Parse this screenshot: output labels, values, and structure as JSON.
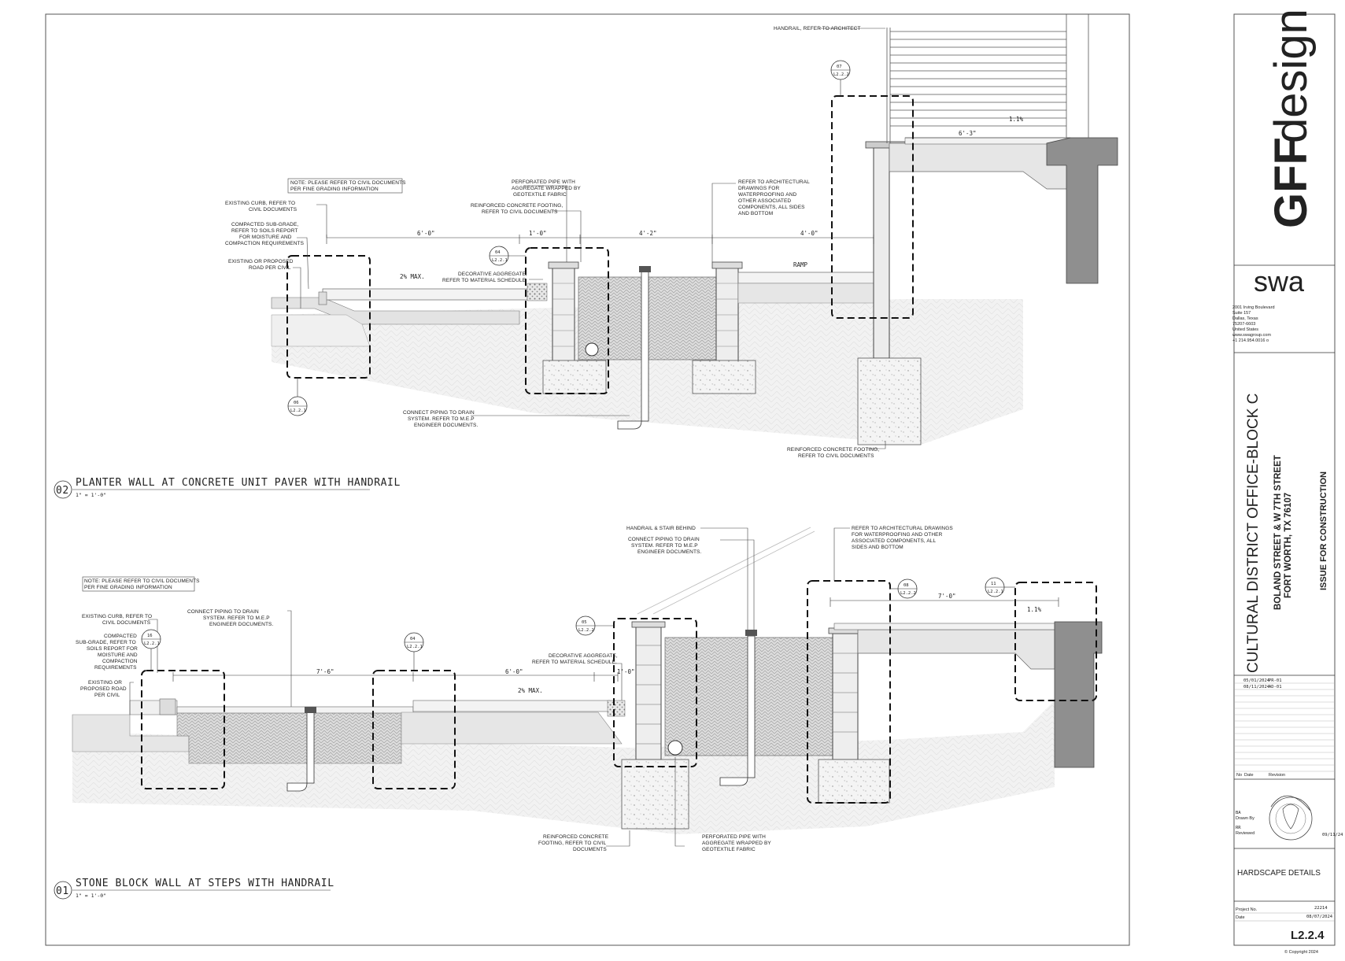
{
  "detail_02": {
    "number": "02",
    "title": "PLANTER WALL AT CONCRETE UNIT PAVER WITH HANDRAIL",
    "scale": "1\" = 1'-0\"",
    "callouts": [
      {
        "id": "07",
        "ref": "L2.2.2"
      },
      {
        "id": "04",
        "ref": "L2.2.1"
      },
      {
        "id": "06",
        "ref": "L2.2.1"
      }
    ],
    "dims": {
      "d1": "6'-0\"",
      "d2": "1'-0\"",
      "d3": "4'-2\"",
      "d4": "4'-0\"",
      "d5": "6'-3\""
    },
    "slopes": {
      "s1": "2% MAX.",
      "s2": "1.1%",
      "ramp": "RAMP"
    },
    "notes": {
      "handrail": "HANDRAIL, REFER TO ARCHITECT",
      "civil_note": [
        "NOTE: PLEASE REFER TO CIVIL DOCUMENTS",
        "PER FINE GRADING INFORMATION"
      ],
      "curb": [
        "EXISTING CURB, REFER TO",
        "CIVIL DOCUMENTS"
      ],
      "subgrade": [
        "COMPACTED SUB-GRADE,",
        "REFER TO SOILS REPORT",
        "FOR MOISTURE AND",
        "COMPACTION REQUIREMENTS"
      ],
      "road": [
        "EXISTING OR PROPOSED",
        "ROAD PER CIVIL"
      ],
      "perf_pipe": [
        "PERFORATED PIPE WITH",
        "AGGREGATE WRAPPED BY",
        "GEOTEXTILE FABRIC"
      ],
      "footing": [
        "REINFORCED CONCRETE FOOTING,",
        "REFER TO CIVIL DOCUMENTS"
      ],
      "aggregate": [
        "DECORATIVE AGGREGATE,",
        "REFER TO MATERIAL SCHEDULE"
      ],
      "arch": [
        "REFER TO ARCHITECTURAL",
        "DRAWINGS FOR",
        "WATERPROOFING AND",
        "OTHER ASSOCIATED",
        "COMPONENTS, ALL SIDES",
        "AND BOTTOM"
      ],
      "drain": [
        "CONNECT PIPING TO DRAIN",
        "SYSTEM. REFER TO M.E.P",
        "ENGINEER DOCUMENTS."
      ],
      "footing2": [
        "REINFORCED CONCRETE FOOTING,",
        "REFER TO CIVIL DOCUMENTS"
      ]
    }
  },
  "detail_01": {
    "number": "01",
    "title": "STONE BLOCK WALL AT STEPS WITH HANDRAIL",
    "scale": "1\" = 1'-0\"",
    "callouts": [
      {
        "id": "16",
        "ref": "L2.2.1"
      },
      {
        "id": "04",
        "ref": "L2.2.1"
      },
      {
        "id": "05",
        "ref": "L2.2.2"
      },
      {
        "id": "08",
        "ref": "L2.2.2"
      },
      {
        "id": "11",
        "ref": "L2.2.1"
      }
    ],
    "dims": {
      "d1": "7'-6\"",
      "d2": "6'-0\"",
      "d3": "1'-0\"",
      "d4": "7'-0\""
    },
    "slopes": {
      "s1": "2% MAX.",
      "s2": "1.1%"
    },
    "notes": {
      "civil_note": [
        "NOTE: PLEASE REFER TO CIVIL DOCUMENTS",
        "PER FINE GRADING INFORMATION"
      ],
      "curb": [
        "EXISTING CURB, REFER TO",
        "CIVIL DOCUMENTS"
      ],
      "subgrade": [
        "COMPACTED",
        "SUB-GRADE, REFER TO",
        "SOILS REPORT FOR",
        "MOISTURE AND",
        "COMPACTION",
        "REQUIREMENTS"
      ],
      "road": [
        "EXISTING OR",
        "PROPOSED ROAD",
        "PER CIVIL"
      ],
      "drain_left": [
        "CONNECT PIPING TO DRAIN",
        "SYSTEM. REFER TO M.E.P",
        "ENGINEER DOCUMENTS."
      ],
      "handrail": "HANDRAIL & STAIR BEHIND",
      "drain_mid": [
        "CONNECT PIPING TO DRAIN",
        "SYSTEM. REFER TO M.E.P",
        "ENGINEER DOCUMENTS."
      ],
      "arch": [
        "REFER TO ARCHITECTURAL DRAWINGS",
        "FOR WATERPROOFING AND OTHER",
        "ASSOCIATED COMPONENTS, ALL",
        "SIDES AND BOTTOM"
      ],
      "aggregate": [
        "DECORATIVE AGGREGATE,",
        "REFER TO MATERIAL SCHEDULE."
      ],
      "footing": [
        "REINFORCED CONCRETE",
        "FOOTING, REFER TO CIVIL",
        "DOCUMENTS"
      ],
      "perf_pipe": [
        "PERFORATED PIPE WITH",
        "AGGREGATE WRAPPED BY",
        "GEOTEXTILE FABRIC"
      ]
    }
  },
  "title_block": {
    "firm_logo_a": "GFF",
    "firm_logo_b": "design",
    "consultant_logo": "swa",
    "address": [
      "2001 Irving Boulevard",
      "Suite 157",
      "Dallas, Texas",
      "75207-6603",
      "United States",
      "www.swagroup.com",
      "+1 214.954.0016 o"
    ],
    "project_name": "CULTURAL DISTRICT OFFICE-BLOCK C",
    "project_address": [
      "BOLAND STREET & W 7TH STREET",
      "FORT WORTH, TX 76107"
    ],
    "issue": "ISSUE FOR CONSTRUCTION",
    "revisions": [
      {
        "date": "05/01/2024",
        "desc": "PR-01"
      },
      {
        "date": "08/11/2024",
        "desc": "AD-01"
      }
    ],
    "rev_header_no": "No",
    "rev_header_date": "Date",
    "rev_header_revision": "Revision",
    "drawn_by_initials": "BA",
    "drawn_by_label": "Drawn By",
    "reviewed_initials": "RR",
    "reviewed_label": "Reviewed",
    "seal_date": "09/11/24",
    "sheet_title": "HARDSCAPE DETAILS",
    "project_no_label": "Project No.",
    "project_no": "22214",
    "date_label": "Date",
    "date": "08/07/2024",
    "sheet_number": "L2.2.4",
    "copyright": "© Copyright 2024"
  }
}
